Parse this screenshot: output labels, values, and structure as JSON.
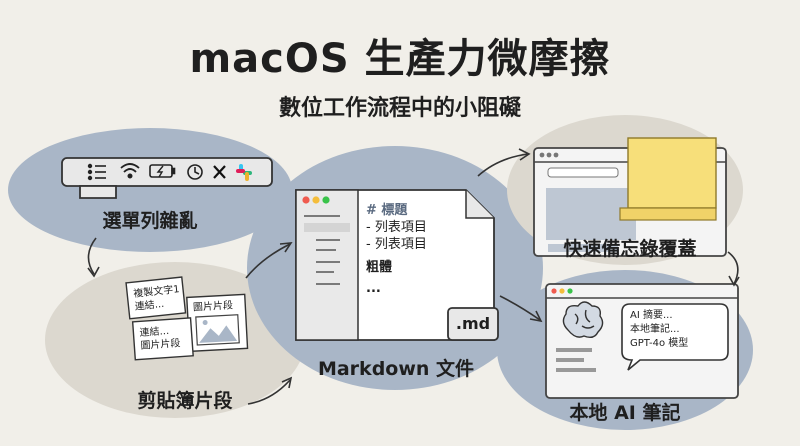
{
  "header": {
    "title": "macOS 生產力微摩擦",
    "subtitle": "數位工作流程中的小阻礙"
  },
  "nodes": {
    "menubar": {
      "label": "選單列雜亂"
    },
    "clipboard": {
      "label": "剪貼簿片段",
      "note1_line1": "複製文字1",
      "note1_line2": "連結...",
      "note2": "圖片片段",
      "note3_line1": "連結...",
      "note3_line2": "圖片片段"
    },
    "markdown": {
      "label": "Markdown 文件",
      "heading": "# 標題",
      "item1": "- 列表項目",
      "item2": "- 列表項目",
      "bold": "粗體",
      "more": "...",
      "badge": ".md"
    },
    "sticky": {
      "label": "快速備忘錄覆蓋"
    },
    "ai": {
      "label": "本地 AI 筆記",
      "bubble_line1": "AI 摘要...",
      "bubble_line2": "本地筆記...",
      "bubble_line3": "GPT-4o 模型"
    }
  },
  "icons": [
    "list-icon",
    "wifi-icon",
    "battery-icon",
    "clock-icon",
    "x-icon",
    "slack-icon",
    "brain-icon",
    "image-icon"
  ],
  "colors": {
    "background": "#f1efe9",
    "blob_blue": "#a9b6c7",
    "blob_beige": "#dcd8cf",
    "sticky_yellow": "#f7df7a",
    "ink": "#1f1f1f"
  }
}
